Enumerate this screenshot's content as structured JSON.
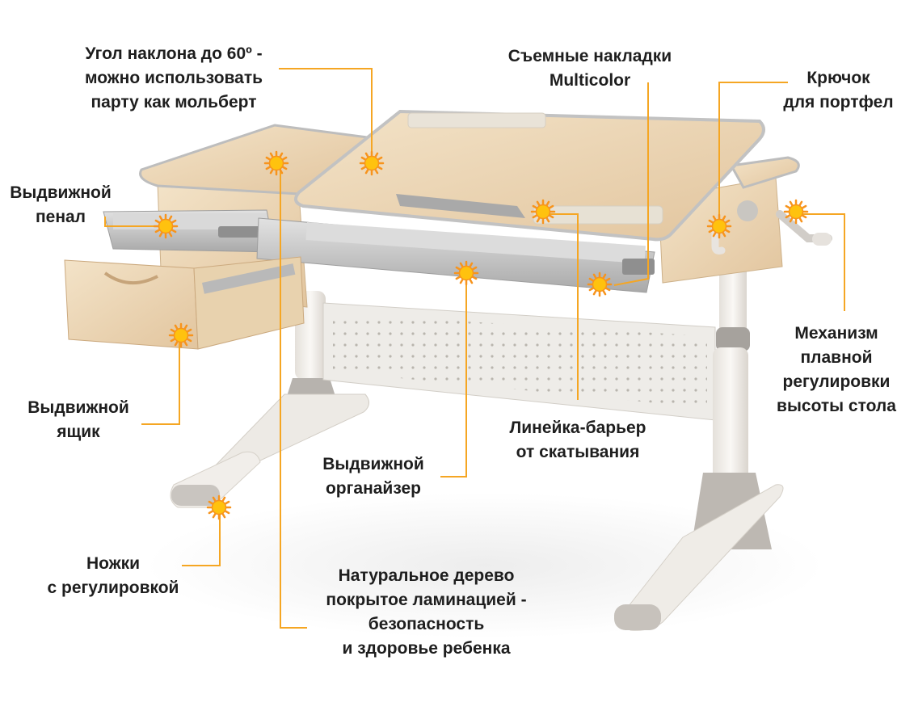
{
  "colors": {
    "callout": "#F5A623",
    "marker_core": "#FFC20E",
    "marker_ray": "#F7941D",
    "wood": "#EAD3B3",
    "wood_edge": "#D2B48C",
    "frame_grey": "#CFCFCF",
    "leg_white": "#F1EEEA",
    "text": "#1E1E1E"
  },
  "callouts": [
    {
      "id": "tilt",
      "lines": [
        "Угол наклона до 60º -",
        "можно использовать",
        "парту как мольберт"
      ]
    },
    {
      "id": "overlays",
      "lines": [
        "Съемные накладки",
        "Multicolor"
      ]
    },
    {
      "id": "hook",
      "lines": [
        "Крючок",
        "для портфел"
      ]
    },
    {
      "id": "pencil-case",
      "lines": [
        "Выдвижной",
        "пенал"
      ]
    },
    {
      "id": "height-mechanism",
      "lines": [
        "Механизм",
        "плавной",
        "регулировки",
        "высоты стола"
      ]
    },
    {
      "id": "drawer",
      "lines": [
        "Выдвижной",
        "ящик"
      ]
    },
    {
      "id": "barrier",
      "lines": [
        "Линейка-барьер",
        "от скатывания"
      ]
    },
    {
      "id": "organizer",
      "lines": [
        "Выдвижной",
        "органайзер"
      ]
    },
    {
      "id": "legs",
      "lines": [
        "Ножки",
        "с регулировкой"
      ]
    },
    {
      "id": "wood",
      "lines": [
        "Натуральное дерево",
        "покрытое ламинацией -",
        "безопасность",
        "и здоровье ребенка"
      ]
    }
  ]
}
